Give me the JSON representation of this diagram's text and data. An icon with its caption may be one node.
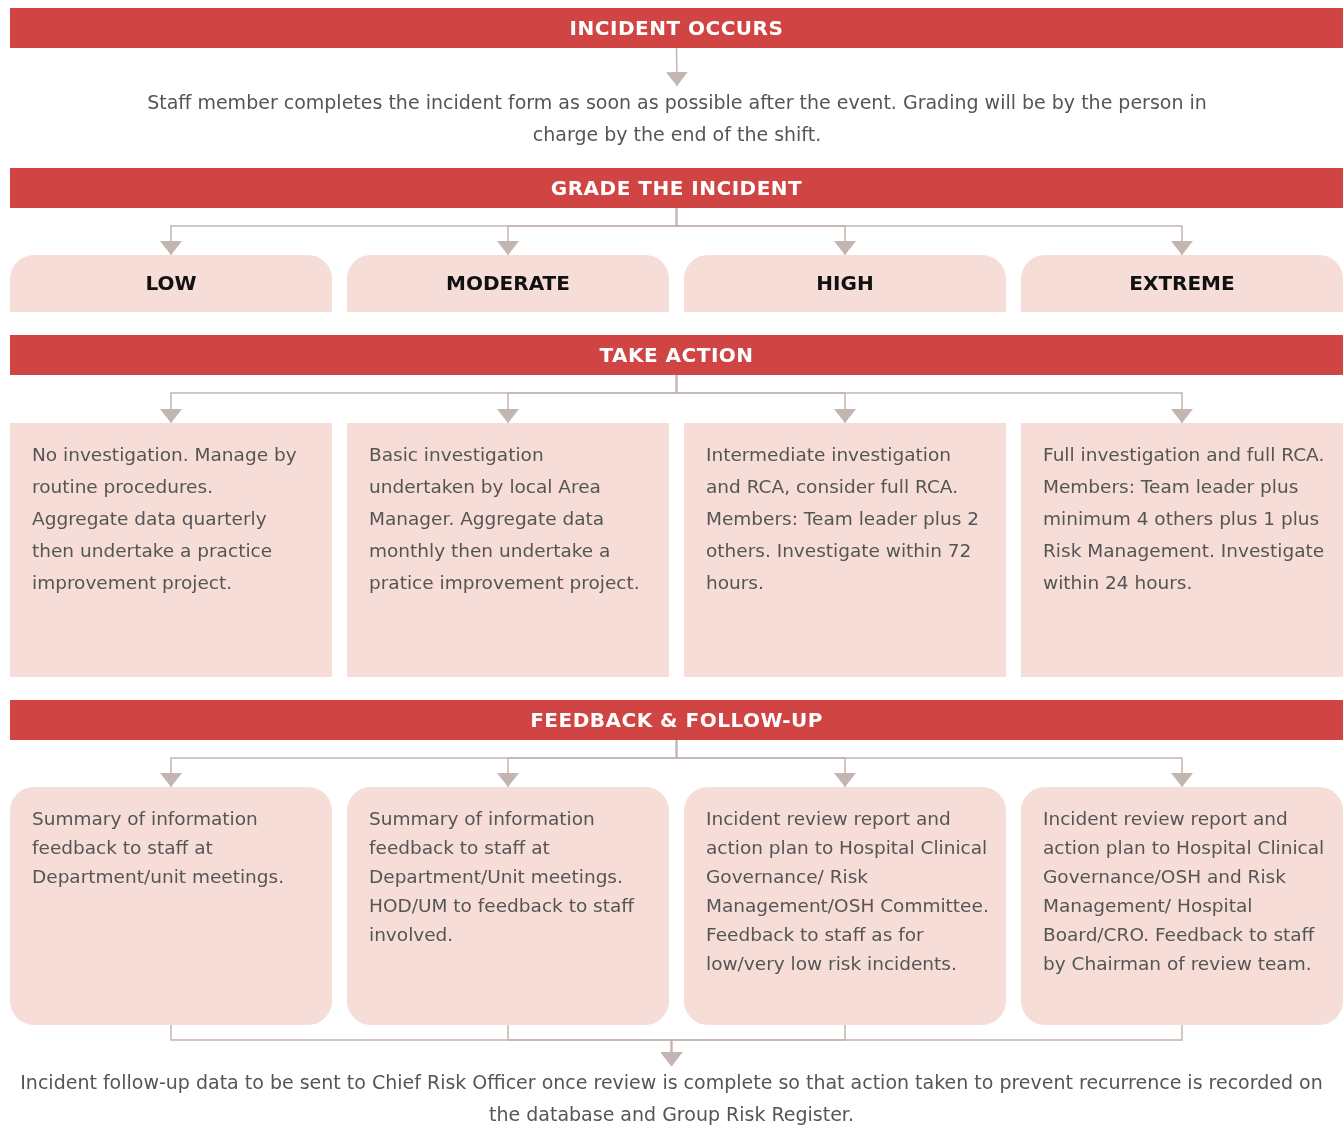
{
  "diagram": {
    "nodes": [
      {
        "text": [
          "INCIDENT OCCURS"
        ]
      },
      {
        "text": [
          "Staff member completes the incident form as soon as possible after the event. Grading will be by the person in charge by the end of the shift."
        ]
      },
      {
        "text": [
          "GRADE THE INCIDENT"
        ]
      },
      {
        "text": [
          "LOW"
        ]
      },
      {
        "text": [
          "MODERATE"
        ]
      },
      {
        "text": [
          "HIGH"
        ]
      },
      {
        "text": [
          "EXTREME"
        ]
      },
      {
        "text": [
          "TAKE ACTION"
        ]
      },
      {
        "text": [
          "No investigation. Manage by routine procedures. Aggregate data quarterly then undertake a practice improvement project."
        ]
      },
      {
        "text": [
          "Basic investigation undertaken by local Area Manager. Aggregate data monthly then undertake a pratice improvement project."
        ]
      },
      {
        "text": [
          "Intermediate investigation and RCA, consider full RCA.",
          "Members: Team leader plus 2 others. Investigate within 72 hours."
        ]
      },
      {
        "text": [
          "Full investigation and full RCA.",
          "Members: Team leader plus minimum 4 others plus 1 plus Risk Management. Investigate within 24 hours."
        ]
      },
      {
        "text": [
          "FEEDBACK & FOLLOW-UP"
        ]
      },
      {
        "text": [
          "Summary of information feedback to staff at Department/unit meetings."
        ]
      },
      {
        "text": [
          "Summary of information feedback to staff at Department/Unit meetings. HOD/UM to feedback to staff involved."
        ]
      },
      {
        "text": [
          "Incident review report and action plan to Hospital Clinical Governance/ Risk Management/OSH Committee. Feedback to staff as for low/very low risk incidents."
        ]
      },
      {
        "text": [
          "Incident review report and action plan to Hospital Clinical Governance/OSH and Risk Management/ Hospital Board/CRO. Feedback to staff by Chairman of review team."
        ]
      },
      {
        "text": [
          "Incident follow-up data to be sent to Chief Risk Officer once review is complete so that action taken to prevent recurrence is recorded on the database and Group Risk Register."
        ]
      }
    ],
    "edges": [
      {
        "from": 0,
        "to": 1,
        "arrow": "to"
      },
      {
        "from": 2,
        "to": 3,
        "arrow": "to"
      },
      {
        "from": 2,
        "to": 4,
        "arrow": "to"
      },
      {
        "from": 2,
        "to": 5,
        "arrow": "to"
      },
      {
        "from": 2,
        "to": 6,
        "arrow": "to"
      },
      {
        "from": 7,
        "to": 8,
        "arrow": "to"
      },
      {
        "from": 7,
        "to": 9,
        "arrow": "to"
      },
      {
        "from": 7,
        "to": 10,
        "arrow": "to"
      },
      {
        "from": 7,
        "to": 11,
        "arrow": "to"
      },
      {
        "from": 12,
        "to": 13,
        "arrow": "to"
      },
      {
        "from": 12,
        "to": 14,
        "arrow": "to"
      },
      {
        "from": 12,
        "to": 15,
        "arrow": "to"
      },
      {
        "from": 12,
        "to": 16,
        "arrow": "to"
      },
      {
        "from": 13,
        "to": 17,
        "arrow": "to"
      },
      {
        "from": 14,
        "to": 17,
        "arrow": "to"
      },
      {
        "from": 15,
        "to": 17,
        "arrow": "to"
      },
      {
        "from": 16,
        "to": 17,
        "arrow": "to"
      }
    ]
  }
}
